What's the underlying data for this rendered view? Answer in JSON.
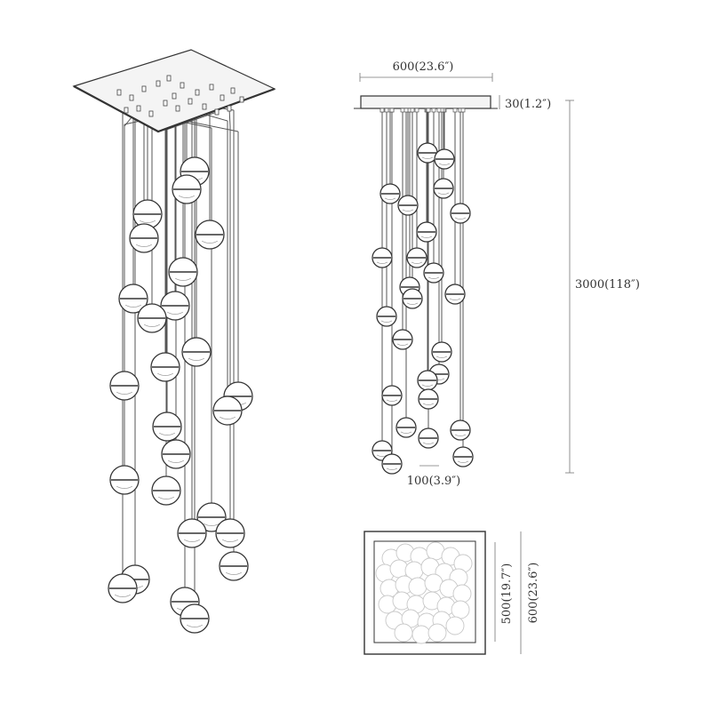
{
  "dimensions": {
    "canopy_width": "600(23.6″)",
    "canopy_height": "30(1.2″)",
    "overall_height": "3000(118″)",
    "ball_diameter": "100(3.9″)",
    "top_inner_size": "500(19.7″)",
    "top_outer_size": "600(23.6″)"
  },
  "colors": {
    "line": "#333333",
    "canopy_fill": "#f4f4f4",
    "ball_plan": "#c8c8c8"
  }
}
